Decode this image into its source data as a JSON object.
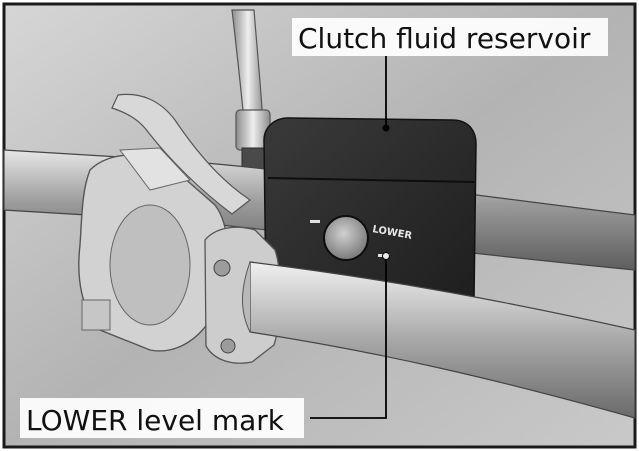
{
  "figure": {
    "callouts": {
      "reservoir": "Clutch fluid reservoir",
      "lower_mark": "LOWER level mark"
    },
    "embossed_text": "LOWER"
  },
  "colors": {
    "frame": "#1a1a1a",
    "background": "#bdbdbd",
    "reservoir_body": "#2b2b2b",
    "leader_line": "#000000"
  }
}
